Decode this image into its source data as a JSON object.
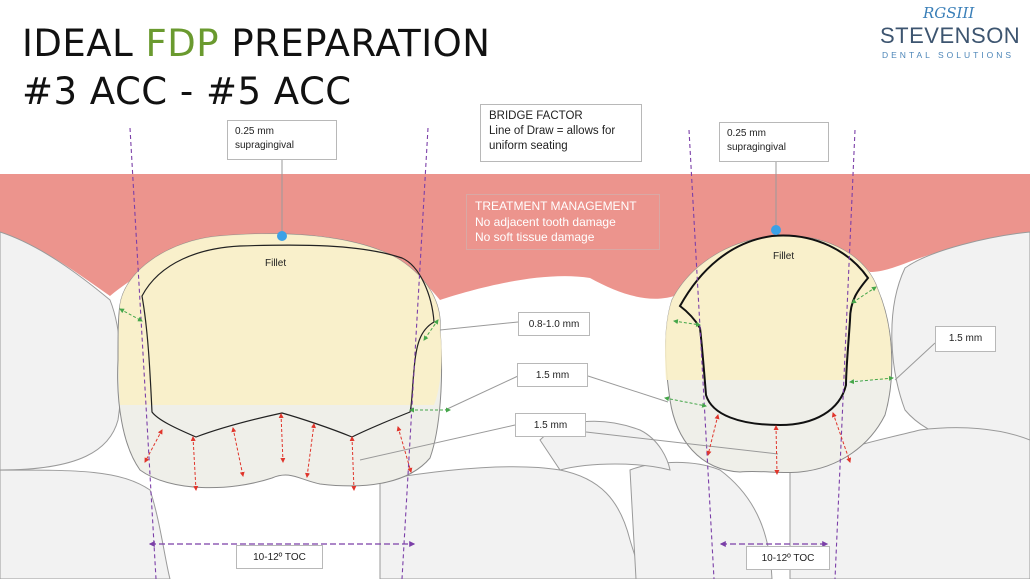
{
  "header": {
    "title_line1_prefix": "IDEAL ",
    "title_line1_accent": "FDP",
    "title_line1_suffix": " PREPARATION",
    "title_line2": "#3 ACC - #5 ACC"
  },
  "logo": {
    "signature": "RGSIII",
    "name": "STEVENSON",
    "subtitle": "DENTAL SOLUTIONS"
  },
  "bridge_factor": {
    "heading": "BRIDGE FACTOR",
    "line1": "Line of Draw = allows for",
    "line2": "uniform seating"
  },
  "treatment": {
    "heading": "TREATMENT MANAGEMENT",
    "line1": "No adjacent tooth damage",
    "line2": "No soft tissue damage"
  },
  "left_tooth": {
    "supra_value": "0.25 mm",
    "supra_label": "supragingival",
    "fillet": "Fillet",
    "toc": "10-12º TOC"
  },
  "right_tooth": {
    "supra_value": "0.25 mm",
    "supra_label": "supragingival",
    "fillet": "Fillet",
    "toc": "10-12º TOC"
  },
  "callouts": {
    "axial": "0.8-1.0 mm",
    "occlusal_1": "1.5 mm",
    "occlusal_2": "1.5 mm",
    "right_axial": "1.5 mm"
  },
  "colors": {
    "gingiva": "#ec948d",
    "crown": "#faf0c8",
    "tooth": "#efefe9",
    "reduction_arrows": "#e0352b",
    "axial_arrows": "#45a64a",
    "path_of_draw": "#7b3fa8",
    "margin_dot": "#3ca1e6",
    "title_accent": "#6a9a2f"
  }
}
